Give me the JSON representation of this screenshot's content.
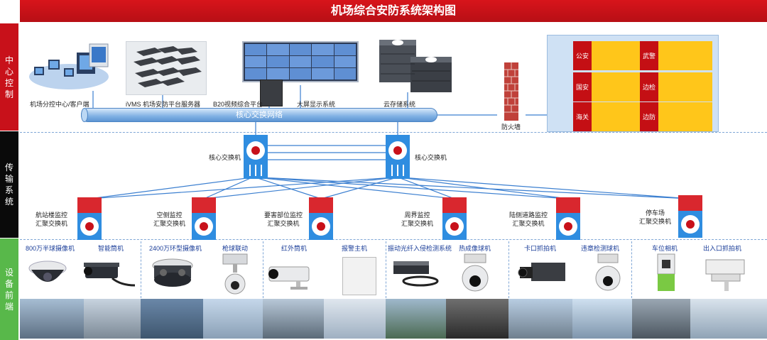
{
  "title": "机场综合安防系统架构图",
  "sections": {
    "center": "中心控制",
    "transport": "传输系统",
    "devices": "设备前端"
  },
  "center": {
    "client_label": "机场分控中心/客户端",
    "ivms_label": "iVMS 机场安防平台服务器",
    "video_label": "B20视频综合平台",
    "wall_label": "大屏显示系统",
    "cloud_label": "云存储系统",
    "bus_label": "核心交换网络",
    "firewall_label": "防火墙",
    "agencies": [
      "公安",
      "武警",
      "国安",
      "边检",
      "海关",
      "边防"
    ]
  },
  "transport": {
    "core_left": "核心交换机",
    "core_right": "核心交换机",
    "aggregation": [
      {
        "line1": "航站楼监控",
        "line2": "汇聚交换机"
      },
      {
        "line1": "空侧监控",
        "line2": "汇聚交换机"
      },
      {
        "line1": "要害部位监控",
        "line2": "汇聚交换机"
      },
      {
        "line1": "周界监控",
        "line2": "汇聚交换机"
      },
      {
        "line1": "陆侧道路监控",
        "line2": "汇聚交换机"
      },
      {
        "line1": "停车场",
        "line2": "汇聚交换机"
      }
    ]
  },
  "devices": [
    {
      "a": "800万半球摄像机",
      "b": "智能筒机"
    },
    {
      "a": "2400万环型摄像机",
      "b": "枪球联动"
    },
    {
      "a": "红外筒机",
      "b": "报警主机"
    },
    {
      "a": "振动光纤入侵检测系统",
      "b": "热成像球机"
    },
    {
      "a": "卡口抓拍机",
      "b": "违章检测球机"
    },
    {
      "a": "车位相机",
      "b": "出入口抓拍机"
    }
  ],
  "colors": {
    "brand_red": "#c8111a",
    "sidebar_black": "#0a0a0a",
    "sidebar_green": "#58b84a",
    "link_blue": "#3b7fd0"
  }
}
